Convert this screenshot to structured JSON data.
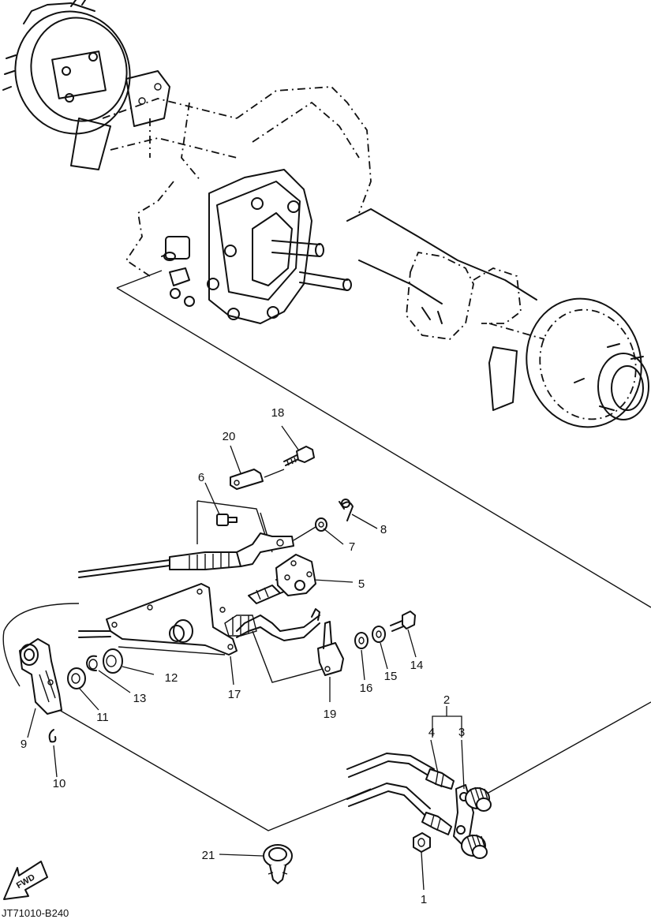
{
  "figure_code": "JT71010-B240",
  "direction_label": "FWD",
  "callouts": {
    "c1": "1",
    "c2": "2",
    "c3": "3",
    "c4": "4",
    "c5": "5",
    "c6": "6",
    "c7": "7",
    "c8": "8",
    "c9": "9",
    "c10": "10",
    "c11": "11",
    "c12": "12",
    "c13": "13",
    "c14": "14",
    "c15": "15",
    "c16": "16",
    "c17": "17",
    "c18": "18",
    "c19": "19",
    "c20": "20",
    "c21": "21"
  }
}
